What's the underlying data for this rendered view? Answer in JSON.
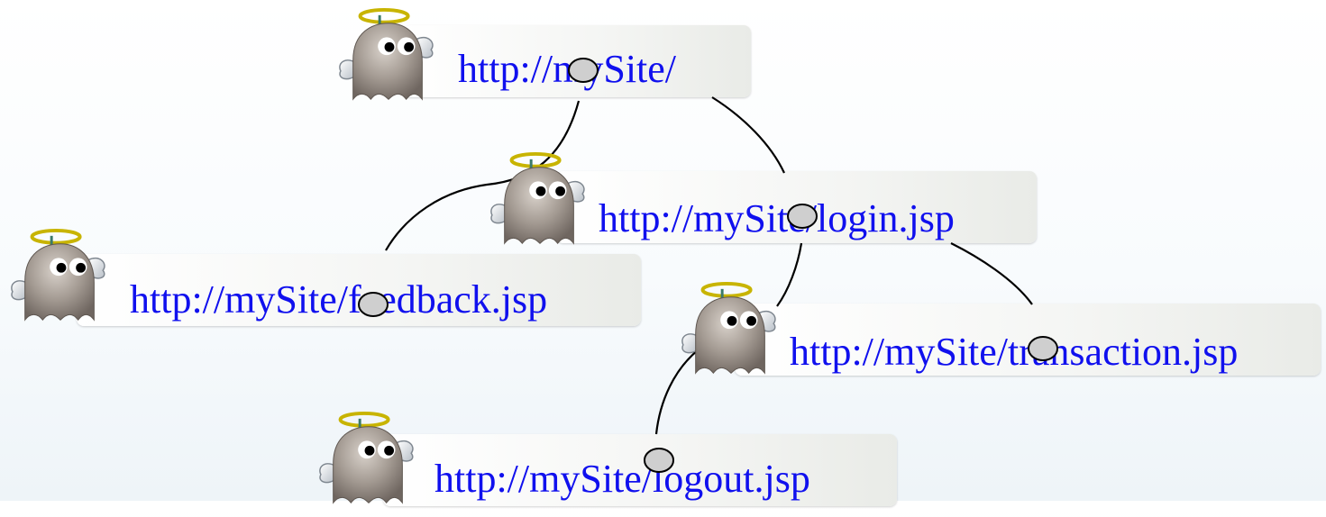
{
  "colors": {
    "link": "#1010ee",
    "edge": "#000000",
    "node_fill": "#f4f5f3",
    "halo": "#c8b400",
    "mascot_body": "#9a918a"
  },
  "nodes": [
    {
      "id": "root",
      "label": "http://mySite/",
      "icon": "angel-ghost-icon"
    },
    {
      "id": "login",
      "label": "http://mySite/login.jsp",
      "icon": "angel-ghost-icon"
    },
    {
      "id": "feedback",
      "label": "http://mySite/feedback.jsp",
      "icon": "angel-ghost-icon"
    },
    {
      "id": "transaction",
      "label": "http://mySite/transaction.jsp",
      "icon": "angel-ghost-icon"
    },
    {
      "id": "logout",
      "label": "http://mySite/logout.jsp",
      "icon": "angel-ghost-icon"
    }
  ],
  "edges": [
    {
      "from": "root",
      "to": "feedback"
    },
    {
      "from": "root",
      "to": "login"
    },
    {
      "from": "login",
      "to": "transaction"
    },
    {
      "from": "login",
      "to": "logout"
    }
  ]
}
